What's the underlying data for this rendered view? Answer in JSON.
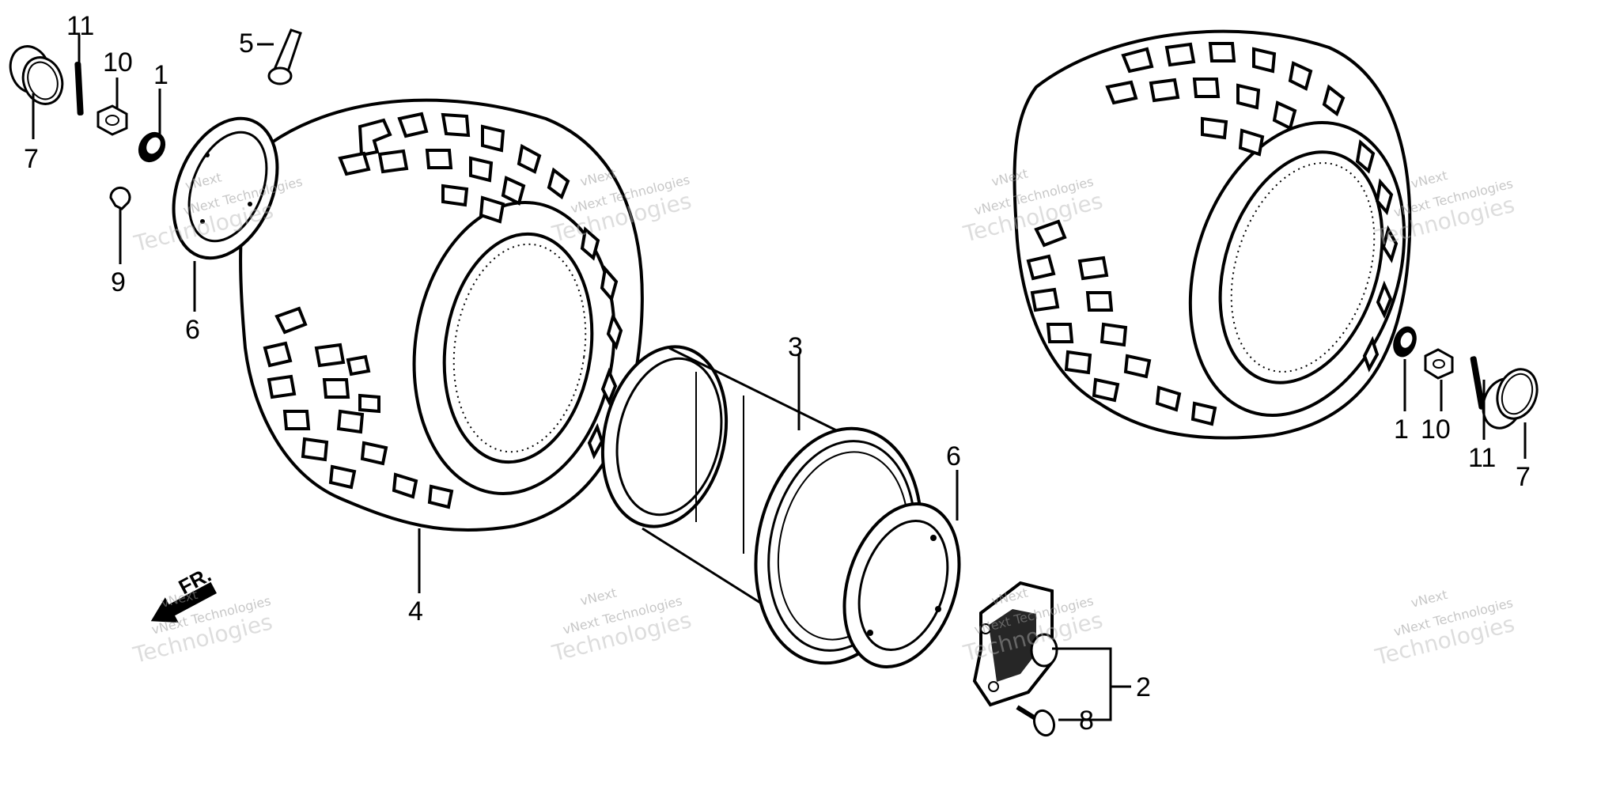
{
  "callouts": {
    "left_tire_group": {
      "label_11": "11",
      "label_10": "10",
      "label_1": "1",
      "label_7": "7",
      "label_9": "9",
      "label_6": "6",
      "label_5": "5",
      "label_4": "4"
    },
    "rim_group": {
      "label_3": "3",
      "label_6": "6"
    },
    "hub_group": {
      "label_2": "2",
      "label_8": "8"
    },
    "right_tire_group": {
      "label_1": "1",
      "label_10": "10",
      "label_11": "11",
      "label_7": "7"
    }
  },
  "direction_mark": {
    "text": "FR."
  },
  "watermark": {
    "line1": "vNext Technologies",
    "line2": "Technologies",
    "line3": "vNext"
  },
  "colors": {
    "ink": "#000000",
    "paper": "#ffffff",
    "watermark": "#a0a0a0"
  }
}
